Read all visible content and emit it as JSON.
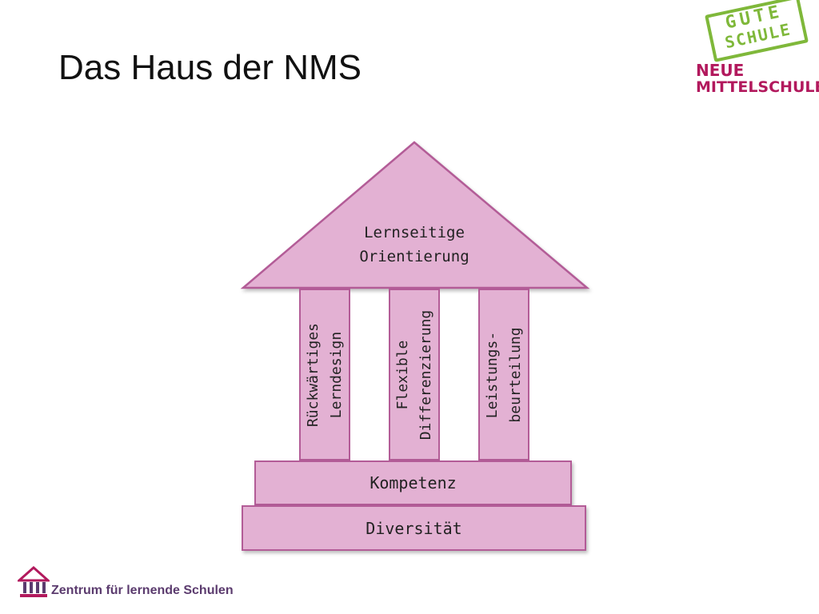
{
  "slide": {
    "title": "Das Haus der NMS"
  },
  "logo": {
    "stamp_line1": "GUTE",
    "stamp_line2": "SCHULE",
    "line1": "NEUE",
    "line2": "MITTELSCHULE",
    "accent_color": "#b2195d",
    "stamp_color": "#7fb83a"
  },
  "house": {
    "fill_color": "#e3b1d3",
    "border_color": "#b35c97",
    "roof": {
      "line1": "Lernseitige",
      "line2": "Orientierung"
    },
    "pillars": [
      {
        "line1": "Rückwärtiges",
        "line2": "Lerndesign"
      },
      {
        "line1": "Flexible",
        "line2": "Differenzierung"
      },
      {
        "line1": "Leistungs-",
        "line2": "beurteilung"
      }
    ],
    "upper_step": "Kompetenz",
    "lower_step": "Diversität"
  },
  "footer": {
    "text": "Zentrum für lernende Schulen",
    "icon": "school-building-icon"
  }
}
